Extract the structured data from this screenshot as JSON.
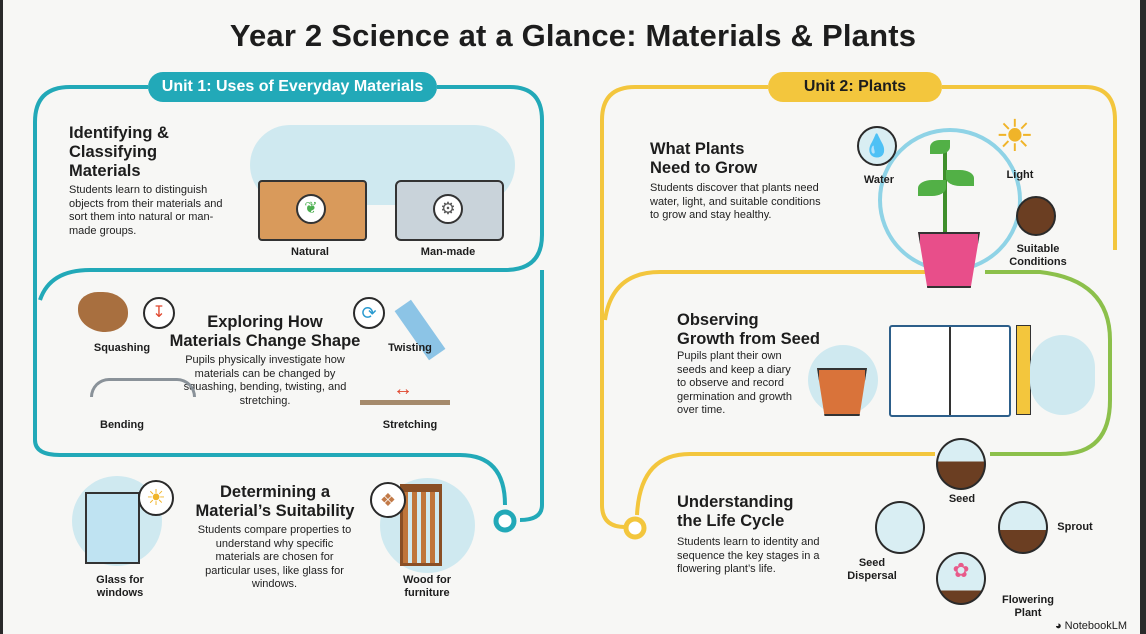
{
  "title": "Year 2 Science at a Glance: Materials & Plants",
  "unit1": {
    "label": "Unit 1: Uses of Everyday Materials",
    "color": "#22a9b8",
    "sections": {
      "identifying": {
        "heading_lines": [
          "Identifying &",
          "Classifying",
          "Materials"
        ],
        "description": "Students learn to distinguish objects from their materials and sort them into natural or man-made groups.",
        "labels": [
          "Natural",
          "Man-made"
        ]
      },
      "exploring": {
        "heading_lines": [
          "Exploring How",
          "Materials Change Shape"
        ],
        "description": "Pupils physically investigate how materials can be changed by squashing, bending, twisting, and stretching.",
        "labels": [
          "Squashing",
          "Twisting",
          "Bending",
          "Stretching"
        ]
      },
      "determining": {
        "heading_lines": [
          "Determining a",
          "Material’s Suitability"
        ],
        "description": "Students compare properties to understand why specific materials are chosen for particular uses, like glass for windows.",
        "labels": [
          [
            "Glass for",
            "windows"
          ],
          [
            "Wood for",
            "furniture"
          ]
        ]
      }
    }
  },
  "unit2": {
    "label": "Unit 2: Plants",
    "color": "#f3c63d",
    "sections": {
      "needs": {
        "heading_lines": [
          "What Plants",
          "Need to Grow"
        ],
        "description": "Students discover that plants need water, light, and suitable conditions to grow and stay healthy.",
        "labels": [
          "Water",
          "Light",
          [
            "Suitable",
            "Conditions"
          ]
        ]
      },
      "observing": {
        "heading_lines": [
          "Observing",
          "Growth from Seed"
        ],
        "description": "Pupils plant their own seeds and keep a diary to observe and record germination and growth over time."
      },
      "lifecycle": {
        "heading_lines": [
          "Understanding",
          "the Life Cycle"
        ],
        "description": "Students learn to identity and sequence the key stages in a flowering plant’s life.",
        "labels": [
          "Seed",
          "Sprout",
          [
            "Flowering",
            "Plant"
          ],
          [
            "Seed",
            "Dispersal"
          ]
        ]
      }
    }
  },
  "footer": {
    "brand": "NotebookLM"
  }
}
